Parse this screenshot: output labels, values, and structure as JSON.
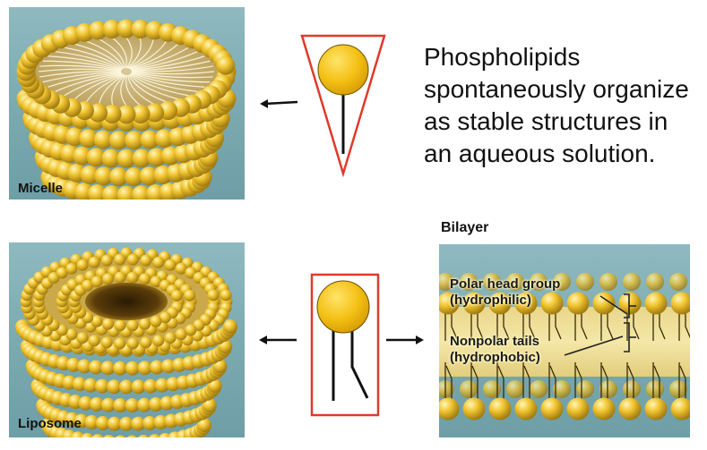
{
  "micelle": {
    "label": "Micelle"
  },
  "liposome": {
    "label": "Liposome"
  },
  "description": {
    "lines": [
      "Phospholipids",
      "spontaneously organize",
      "as stable structures in",
      "an aqueous solution."
    ]
  },
  "bilayer": {
    "title": "Bilayer",
    "head_label_line1": "Polar head group",
    "head_label_line2": "(hydrophilic)",
    "tail_label_line1": "Nonpolar tails",
    "tail_label_line2": "(hydrophobic)"
  },
  "colors": {
    "water": "#7fadb3",
    "lipid_head": "#f2c21a",
    "frame_red": "#e03a2a",
    "arrow": "#111111"
  },
  "icons": [
    "single-tail-lipid-icon",
    "double-tail-lipid-icon",
    "arrow-left-icon",
    "arrow-right-icon"
  ]
}
